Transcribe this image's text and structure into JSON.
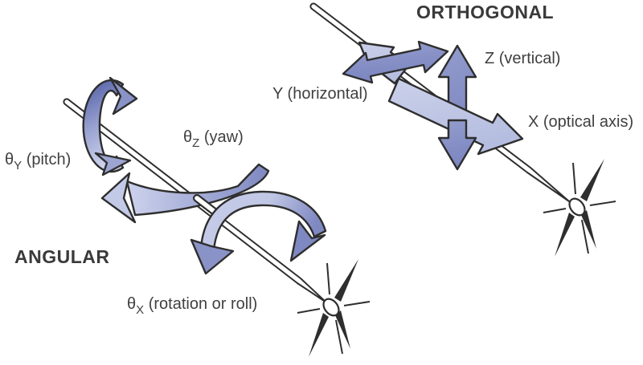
{
  "colors": {
    "arrow_dark": "#8791c6",
    "arrow_light": "#c0c7e5",
    "ribbon_dark": "#4d59a3",
    "ribbon_light": "#d6daf0",
    "outline": "#2e2e2e",
    "text": "#404040"
  },
  "orthogonal": {
    "title": "ORTHOGONAL",
    "labels": {
      "z": "Z (vertical)",
      "y": "Y (horizontal)",
      "x": "X (optical axis)"
    }
  },
  "angular": {
    "title": "ANGULAR",
    "labels": {
      "pitch": {
        "symbol": "θ",
        "subscript": "Y",
        "text": " (pitch)"
      },
      "yaw": {
        "symbol": "θ",
        "subscript": "Z",
        "text": " (yaw)"
      },
      "roll": {
        "symbol": "θ",
        "subscript": "X",
        "text": " (rotation or roll)"
      }
    }
  }
}
